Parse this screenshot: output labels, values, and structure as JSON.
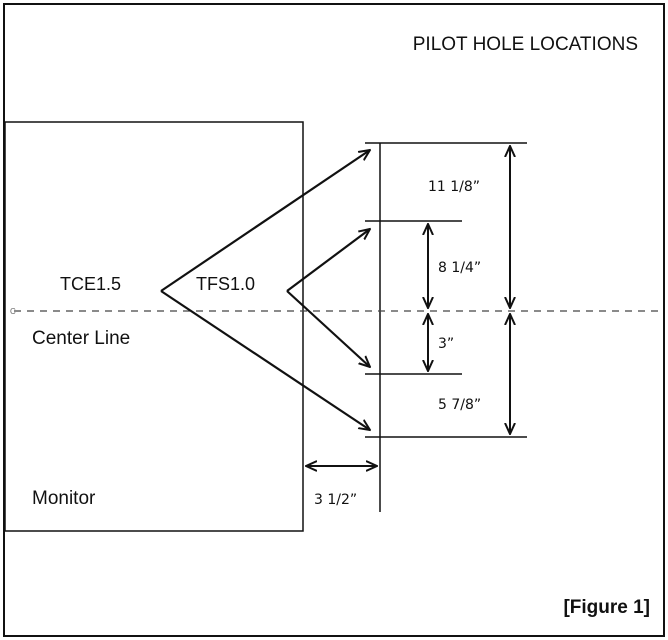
{
  "title": "PILOT HOLE LOCATIONS",
  "figure_label": "[Figure 1]",
  "labels": {
    "tce": "TCE1.5",
    "tfs": "TFS1.0",
    "center_line": "Center Line",
    "monitor": "Monitor"
  },
  "dimensions": {
    "upper_outer": "11 1/8”",
    "upper_inner": "8 1/4”",
    "lower_inner": "3”",
    "lower_outer": "5 7/8”",
    "offset": "3 1/2”"
  },
  "colors": {
    "line": "#111111",
    "dashed": "#444444",
    "background": "#ffffff"
  }
}
